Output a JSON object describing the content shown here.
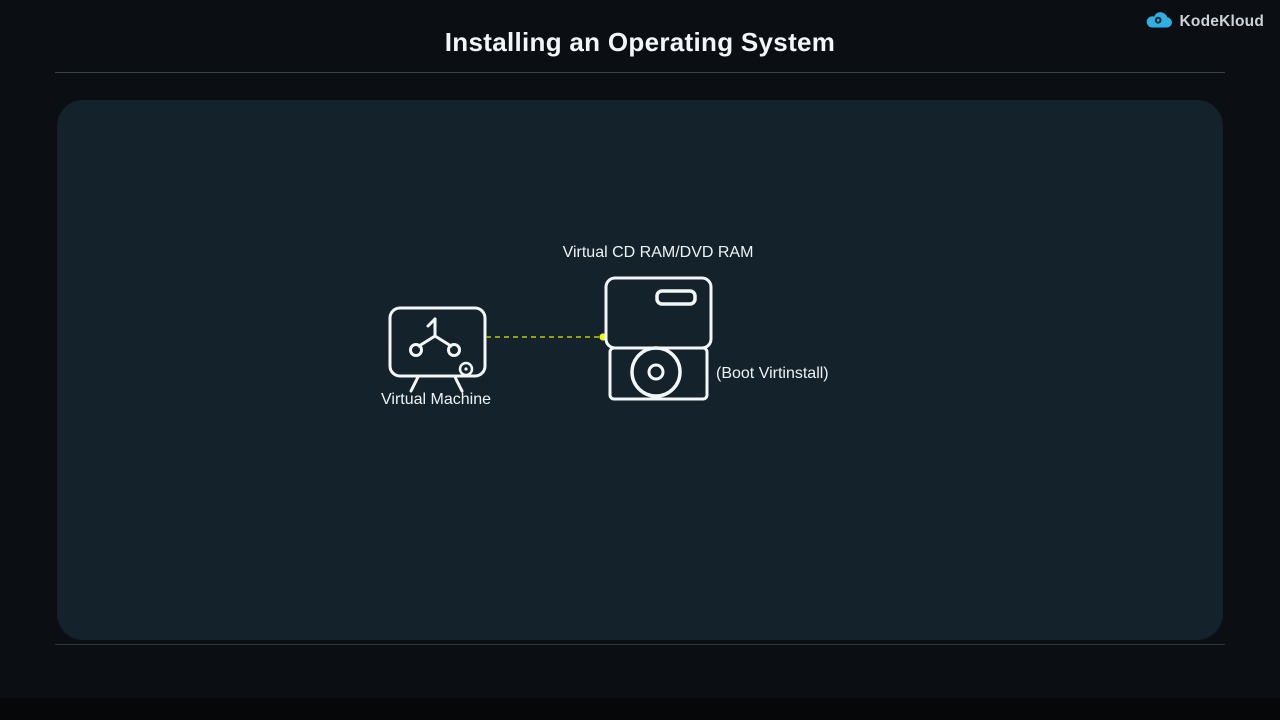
{
  "header": {
    "title": "Installing an Operating System"
  },
  "brand": {
    "name": "KodeKloud"
  },
  "diagram": {
    "vm_label": "Virtual Machine",
    "drive_label": "Virtual CD RAM/DVD RAM",
    "boot_label": "(Boot Virtinstall)"
  },
  "icons": {
    "vm": "virtual-machine-monitor-icon",
    "drive": "dvd-drive-icon",
    "logo": "kodekloud-cloud-icon"
  },
  "colors": {
    "background": "#0b0f14",
    "panel": "#13222b",
    "connector": "#bccb06",
    "connector_dot": "#eaf51f",
    "logo_teal": "#2fb0e0",
    "text": "#eef2f4"
  }
}
